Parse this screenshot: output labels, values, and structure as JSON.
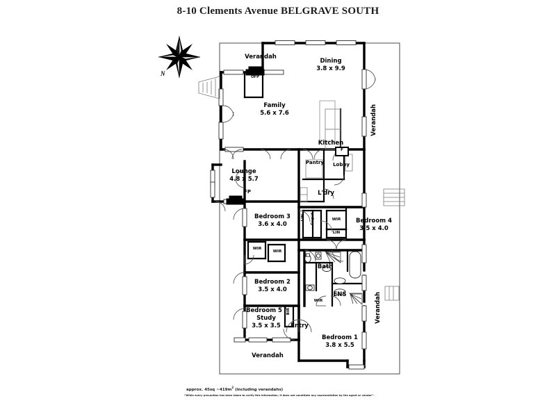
{
  "title": "8-10 Clements Avenue BELGRAVE SOUTH",
  "compass": {
    "label": "N",
    "icon": "compass-rose-icon"
  },
  "rooms": [
    {
      "name": "Verandah",
      "dim": "",
      "id": "verandah-top"
    },
    {
      "name": "Dining",
      "dim": "3.8 x 9.9",
      "id": "dining"
    },
    {
      "name": "Family",
      "dim": "5.6 x 7.6",
      "id": "family"
    },
    {
      "name": "Kitchen",
      "dim": "",
      "id": "kitchen"
    },
    {
      "name": "Lounge",
      "dim": "4.8 x 5.7",
      "id": "lounge"
    },
    {
      "name": "Pantry",
      "dim": "",
      "id": "pantry"
    },
    {
      "name": "Lobby",
      "dim": "",
      "id": "lobby"
    },
    {
      "name": "L'dry",
      "dim": "",
      "id": "laundry"
    },
    {
      "name": "Bedroom 3",
      "dim": "3.6 x 4.0",
      "id": "bedroom-3"
    },
    {
      "name": "Bedroom 4",
      "dim": "3.5 x 4.0",
      "id": "bedroom-4"
    },
    {
      "name": "Bedroom 2",
      "dim": "3.5 x 4.0",
      "id": "bedroom-2"
    },
    {
      "name": "Bedroom 5 /\nStudy",
      "dim": "3.5 x 3.5",
      "id": "bedroom-5-study"
    },
    {
      "name": "Bedroom 1",
      "dim": "3.8 x 5.5",
      "id": "bedroom-1"
    },
    {
      "name": "Bath",
      "dim": "",
      "id": "bath"
    },
    {
      "name": "ENS",
      "dim": "",
      "id": "ens"
    },
    {
      "name": "Entry",
      "dim": "",
      "id": "entry"
    },
    {
      "name": "Verandah",
      "dim": "",
      "id": "verandah-bottom"
    },
    {
      "name": "Verandah",
      "dim": "",
      "id": "verandah-right-upper"
    },
    {
      "name": "Verandah",
      "dim": "",
      "id": "verandah-right-lower"
    }
  ],
  "labels": {
    "verandah_top": "Verandah",
    "verandah_bottom": "Verandah",
    "verandah_right_upper": "Verandah",
    "verandah_right_lower": "Verandah",
    "dining_name": "Dining",
    "dining_dim": "3.8 x 9.9",
    "family_name": "Family",
    "family_dim": "5.6 x 7.6",
    "kitchen": "Kitchen",
    "lounge_name": "Lounge",
    "lounge_dim": "4.8 x 5.7",
    "pantry": "Pantry",
    "lobby": "Lobby",
    "laundry": "L'dry",
    "bedroom3_name": "Bedroom 3",
    "bedroom3_dim": "3.6 x 4.0",
    "bedroom4_name": "Bedroom 4",
    "bedroom4_dim": "3.5 x 4.0",
    "bedroom2_name": "Bedroom 2",
    "bedroom2_dim": "3.5 x 4.0",
    "bedroom5_name": "Bedroom 5 /",
    "bedroom5_name2": "Study",
    "bedroom5_dim": "3.5 x 3.5",
    "bedroom1_name": "Bedroom 1",
    "bedroom1_dim": "3.8 x 5.5",
    "bath": "Bath",
    "ens": "ENS",
    "entry": "Entry",
    "ofp": "OFP",
    "fp": "FP",
    "fridge": "F",
    "fridge2": "F",
    "wir1": "WIR",
    "wir2": "WIR",
    "wir3": "WIR",
    "wir4": "WIR",
    "lin_vertical": "LIN",
    "cupd_vertical": "Cup'd",
    "lin_box": "LIN",
    "bir_vertical": "BIR"
  },
  "footer": {
    "approx_prefix": "approx. 45sq ~419m",
    "approx_sup": "2",
    "approx_suffix": " (including verandahs)",
    "disclaimer": "“While every precaution has been taken to verify this information, it does not constitute any representation by the agent or vendor”."
  },
  "colors": {
    "wall": "#000000",
    "thin_wall": "#555555",
    "background": "#ffffff",
    "text": "#000000"
  }
}
